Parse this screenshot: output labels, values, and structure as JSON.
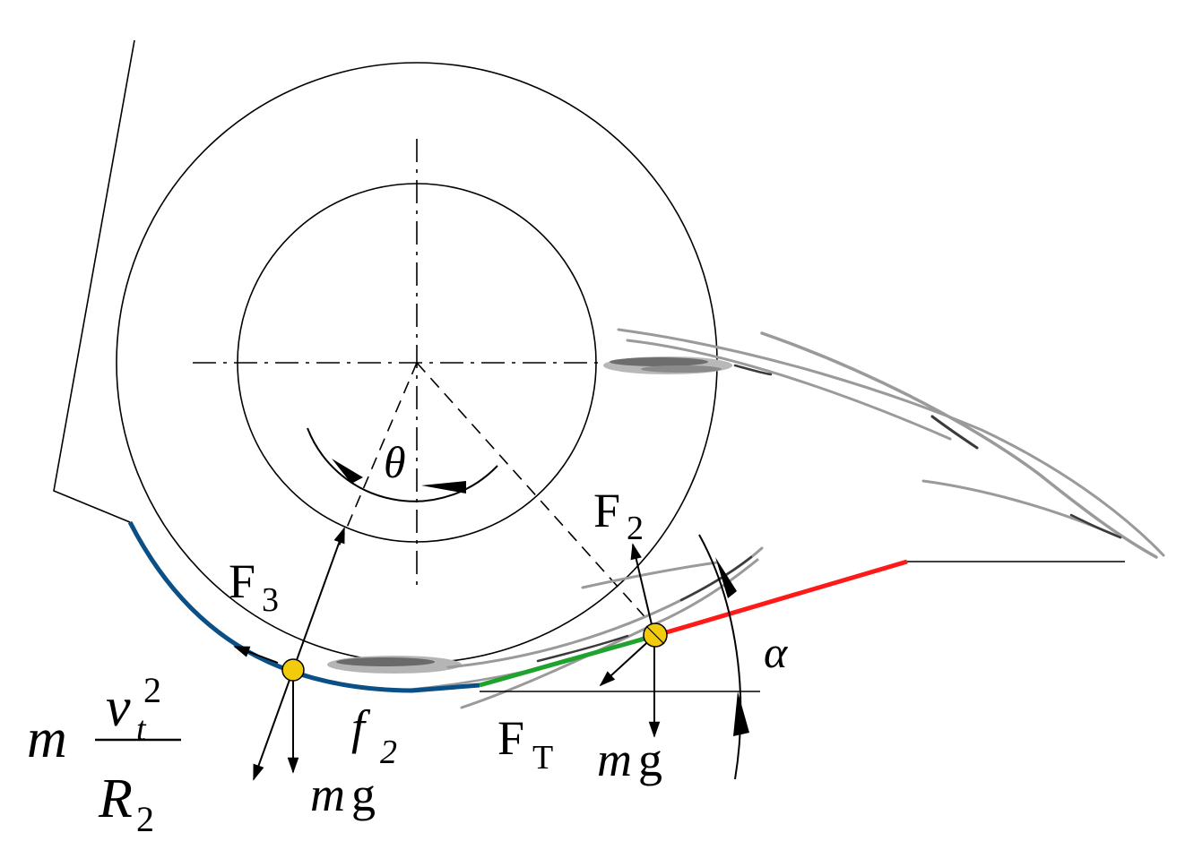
{
  "labels": {
    "theta": "θ",
    "alpha": "α",
    "F3": {
      "base": "F",
      "sub": "3"
    },
    "F2": {
      "base": "F",
      "sub": "2"
    },
    "FT": {
      "base": "F",
      "sub": "T"
    },
    "f2": {
      "base": "f",
      "sub": "2"
    },
    "mg_left": {
      "m": "m",
      "g": "g"
    },
    "mg_right": {
      "m": "m",
      "g": "g"
    },
    "centripetal": {
      "m": "m",
      "v": "v",
      "t": "t",
      "exp": "2",
      "R": "R",
      "sub": "2"
    }
  },
  "colors": {
    "concave_arc": "#0a4f86",
    "transition_segment": "#1fa32c",
    "inclined_segment": "#ff1a1a",
    "particle": "#f2cc0c",
    "line": "#000000"
  }
}
